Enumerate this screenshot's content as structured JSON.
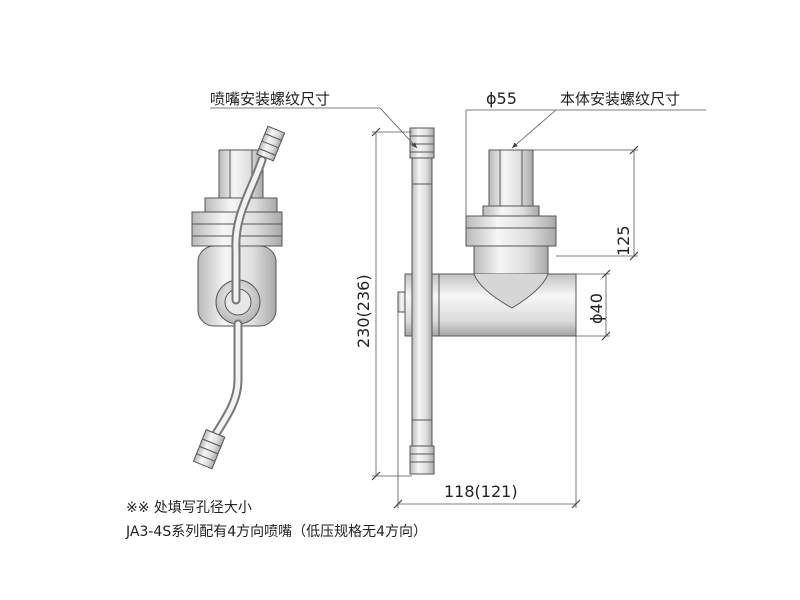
{
  "labels": {
    "nozzle_thread": "喷嘴安装螺纹尺寸",
    "body_thread": "本体安装螺纹尺寸"
  },
  "dimensions": {
    "top_diameter": "ϕ55",
    "height": "125",
    "side_diameter": "ϕ40",
    "length": "230(236)",
    "width": "118(121)"
  },
  "notes": {
    "line1": "※※ 处填写孔径大小",
    "line2": "JA3-4S系列配有4方向喷嘴（低压规格无4方向）"
  },
  "colors": {
    "line": "#444444",
    "metal_light": "#f4f4f4",
    "metal_mid": "#dcdcdc",
    "metal_dark": "#a8a8a8"
  }
}
